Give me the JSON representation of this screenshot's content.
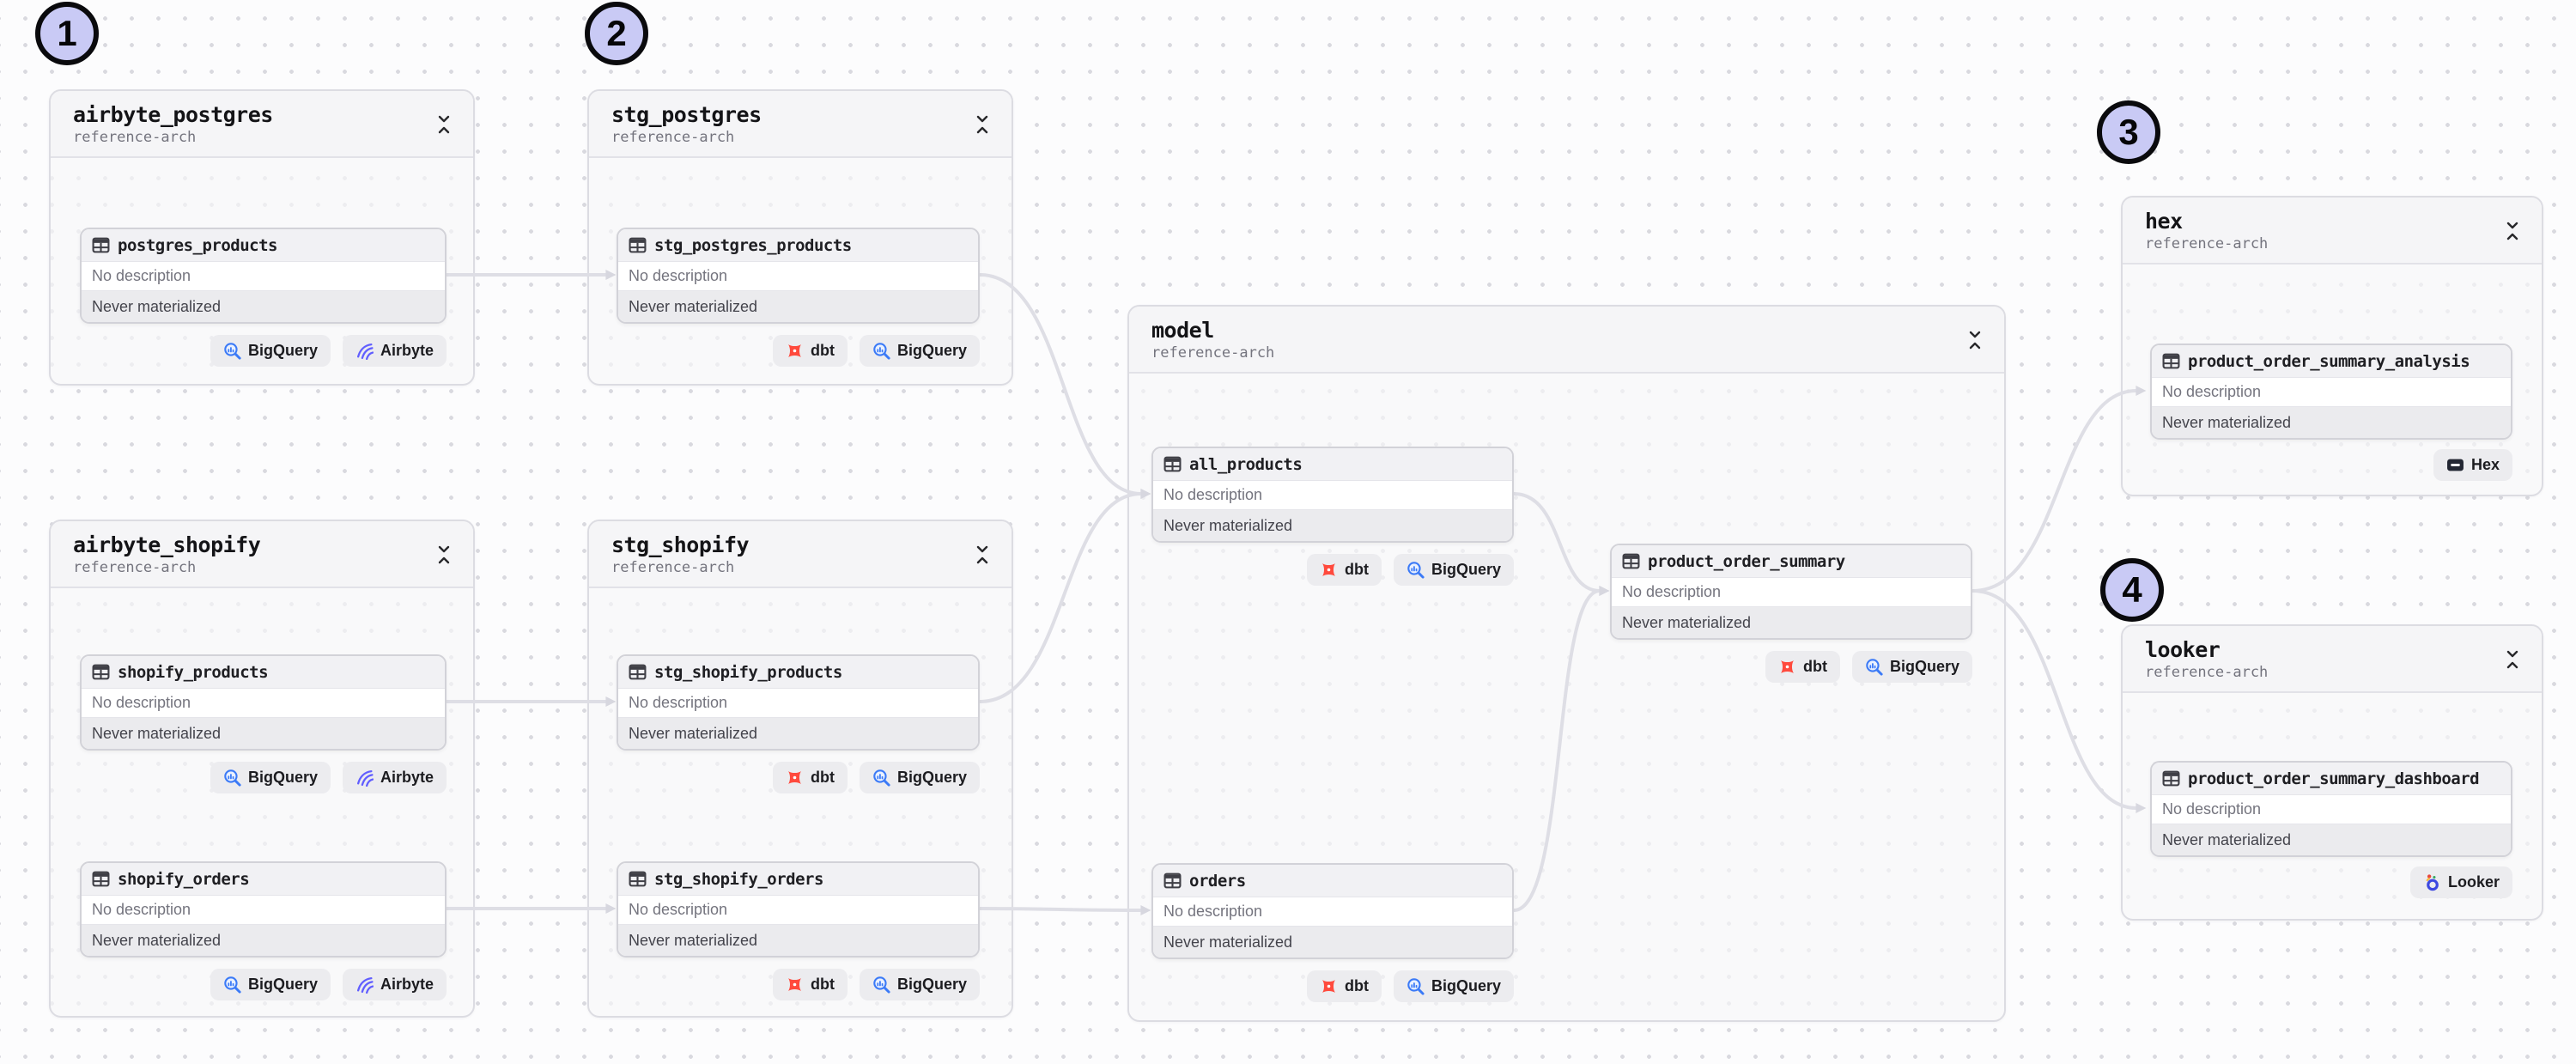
{
  "markers": [
    {
      "label": "1"
    },
    {
      "label": "2"
    },
    {
      "label": "3"
    },
    {
      "label": "4"
    }
  ],
  "shared": {
    "description": "No description",
    "materialization": "Never materialized"
  },
  "badges": {
    "bigquery": "BigQuery",
    "airbyte": "Airbyte",
    "dbt": "dbt",
    "hex": "Hex",
    "looker": "Looker"
  },
  "groups": {
    "airbyte_postgres": {
      "title": "airbyte_postgres",
      "subtitle": "reference-arch"
    },
    "stg_postgres": {
      "title": "stg_postgres",
      "subtitle": "reference-arch"
    },
    "airbyte_shopify": {
      "title": "airbyte_shopify",
      "subtitle": "reference-arch"
    },
    "stg_shopify": {
      "title": "stg_shopify",
      "subtitle": "reference-arch"
    },
    "model": {
      "title": "model",
      "subtitle": "reference-arch"
    },
    "hex": {
      "title": "hex",
      "subtitle": "reference-arch"
    },
    "looker": {
      "title": "looker",
      "subtitle": "reference-arch"
    }
  },
  "assets": {
    "postgres_products": {
      "name": "postgres_products"
    },
    "stg_postgres_products": {
      "name": "stg_postgres_products"
    },
    "shopify_products": {
      "name": "shopify_products"
    },
    "shopify_orders": {
      "name": "shopify_orders"
    },
    "stg_shopify_products": {
      "name": "stg_shopify_products"
    },
    "stg_shopify_orders": {
      "name": "stg_shopify_orders"
    },
    "all_products": {
      "name": "all_products"
    },
    "orders": {
      "name": "orders"
    },
    "product_order_summary": {
      "name": "product_order_summary"
    },
    "product_order_summary_analysis": {
      "name": "product_order_summary_analysis"
    },
    "product_order_summary_dashboard": {
      "name": "product_order_summary_dashboard"
    }
  },
  "colors": {
    "marker_fill": "#c9caf5",
    "edge": "#dedee5",
    "dbt_orange": "#ff4a3d",
    "bigquery_blue": "#3b7af7",
    "airbyte_indigo": "#615eff",
    "hex_dark": "#232733",
    "looker_blue": "#3d49e0",
    "group_bg": "#f5f5f7",
    "row_muted": "#ebebee"
  }
}
